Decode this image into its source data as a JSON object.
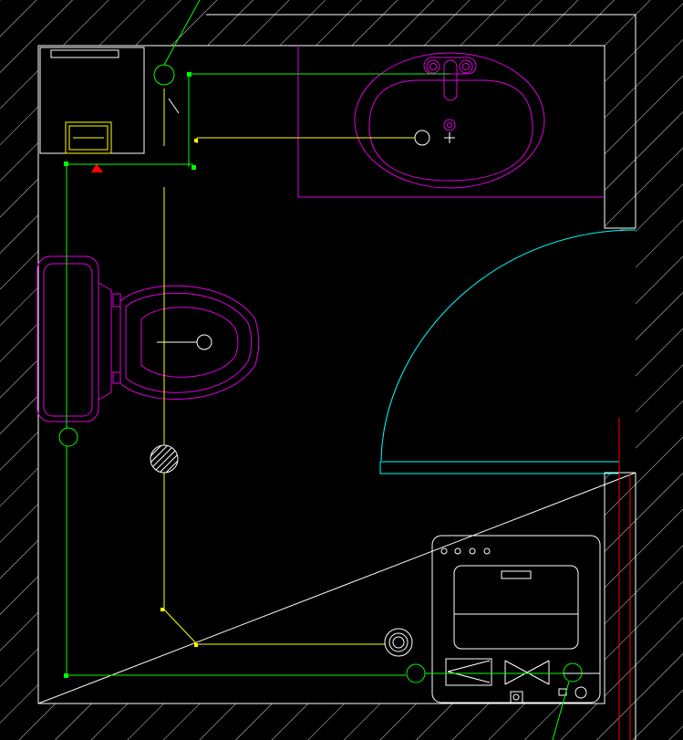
{
  "drawing": {
    "background": "#000000",
    "colors": {
      "walls": "#ffffff",
      "fixtures": "#e000e0",
      "water_supply": "#00ff00",
      "drainage": "#ffff00",
      "shower_screen": "#00ffff",
      "section_marker": "#ff0000",
      "hatch_drain": "#ffffff"
    },
    "layers": [
      {
        "name": "wall-hatching"
      },
      {
        "name": "wall-outline"
      },
      {
        "name": "vanity-counter"
      },
      {
        "name": "washbasin"
      },
      {
        "name": "water-heater-cabinet"
      },
      {
        "name": "toilet"
      },
      {
        "name": "shower-enclosure"
      },
      {
        "name": "washing-machine"
      },
      {
        "name": "water-supply-pipes"
      },
      {
        "name": "drain-pipes"
      },
      {
        "name": "floor-drains"
      }
    ]
  }
}
